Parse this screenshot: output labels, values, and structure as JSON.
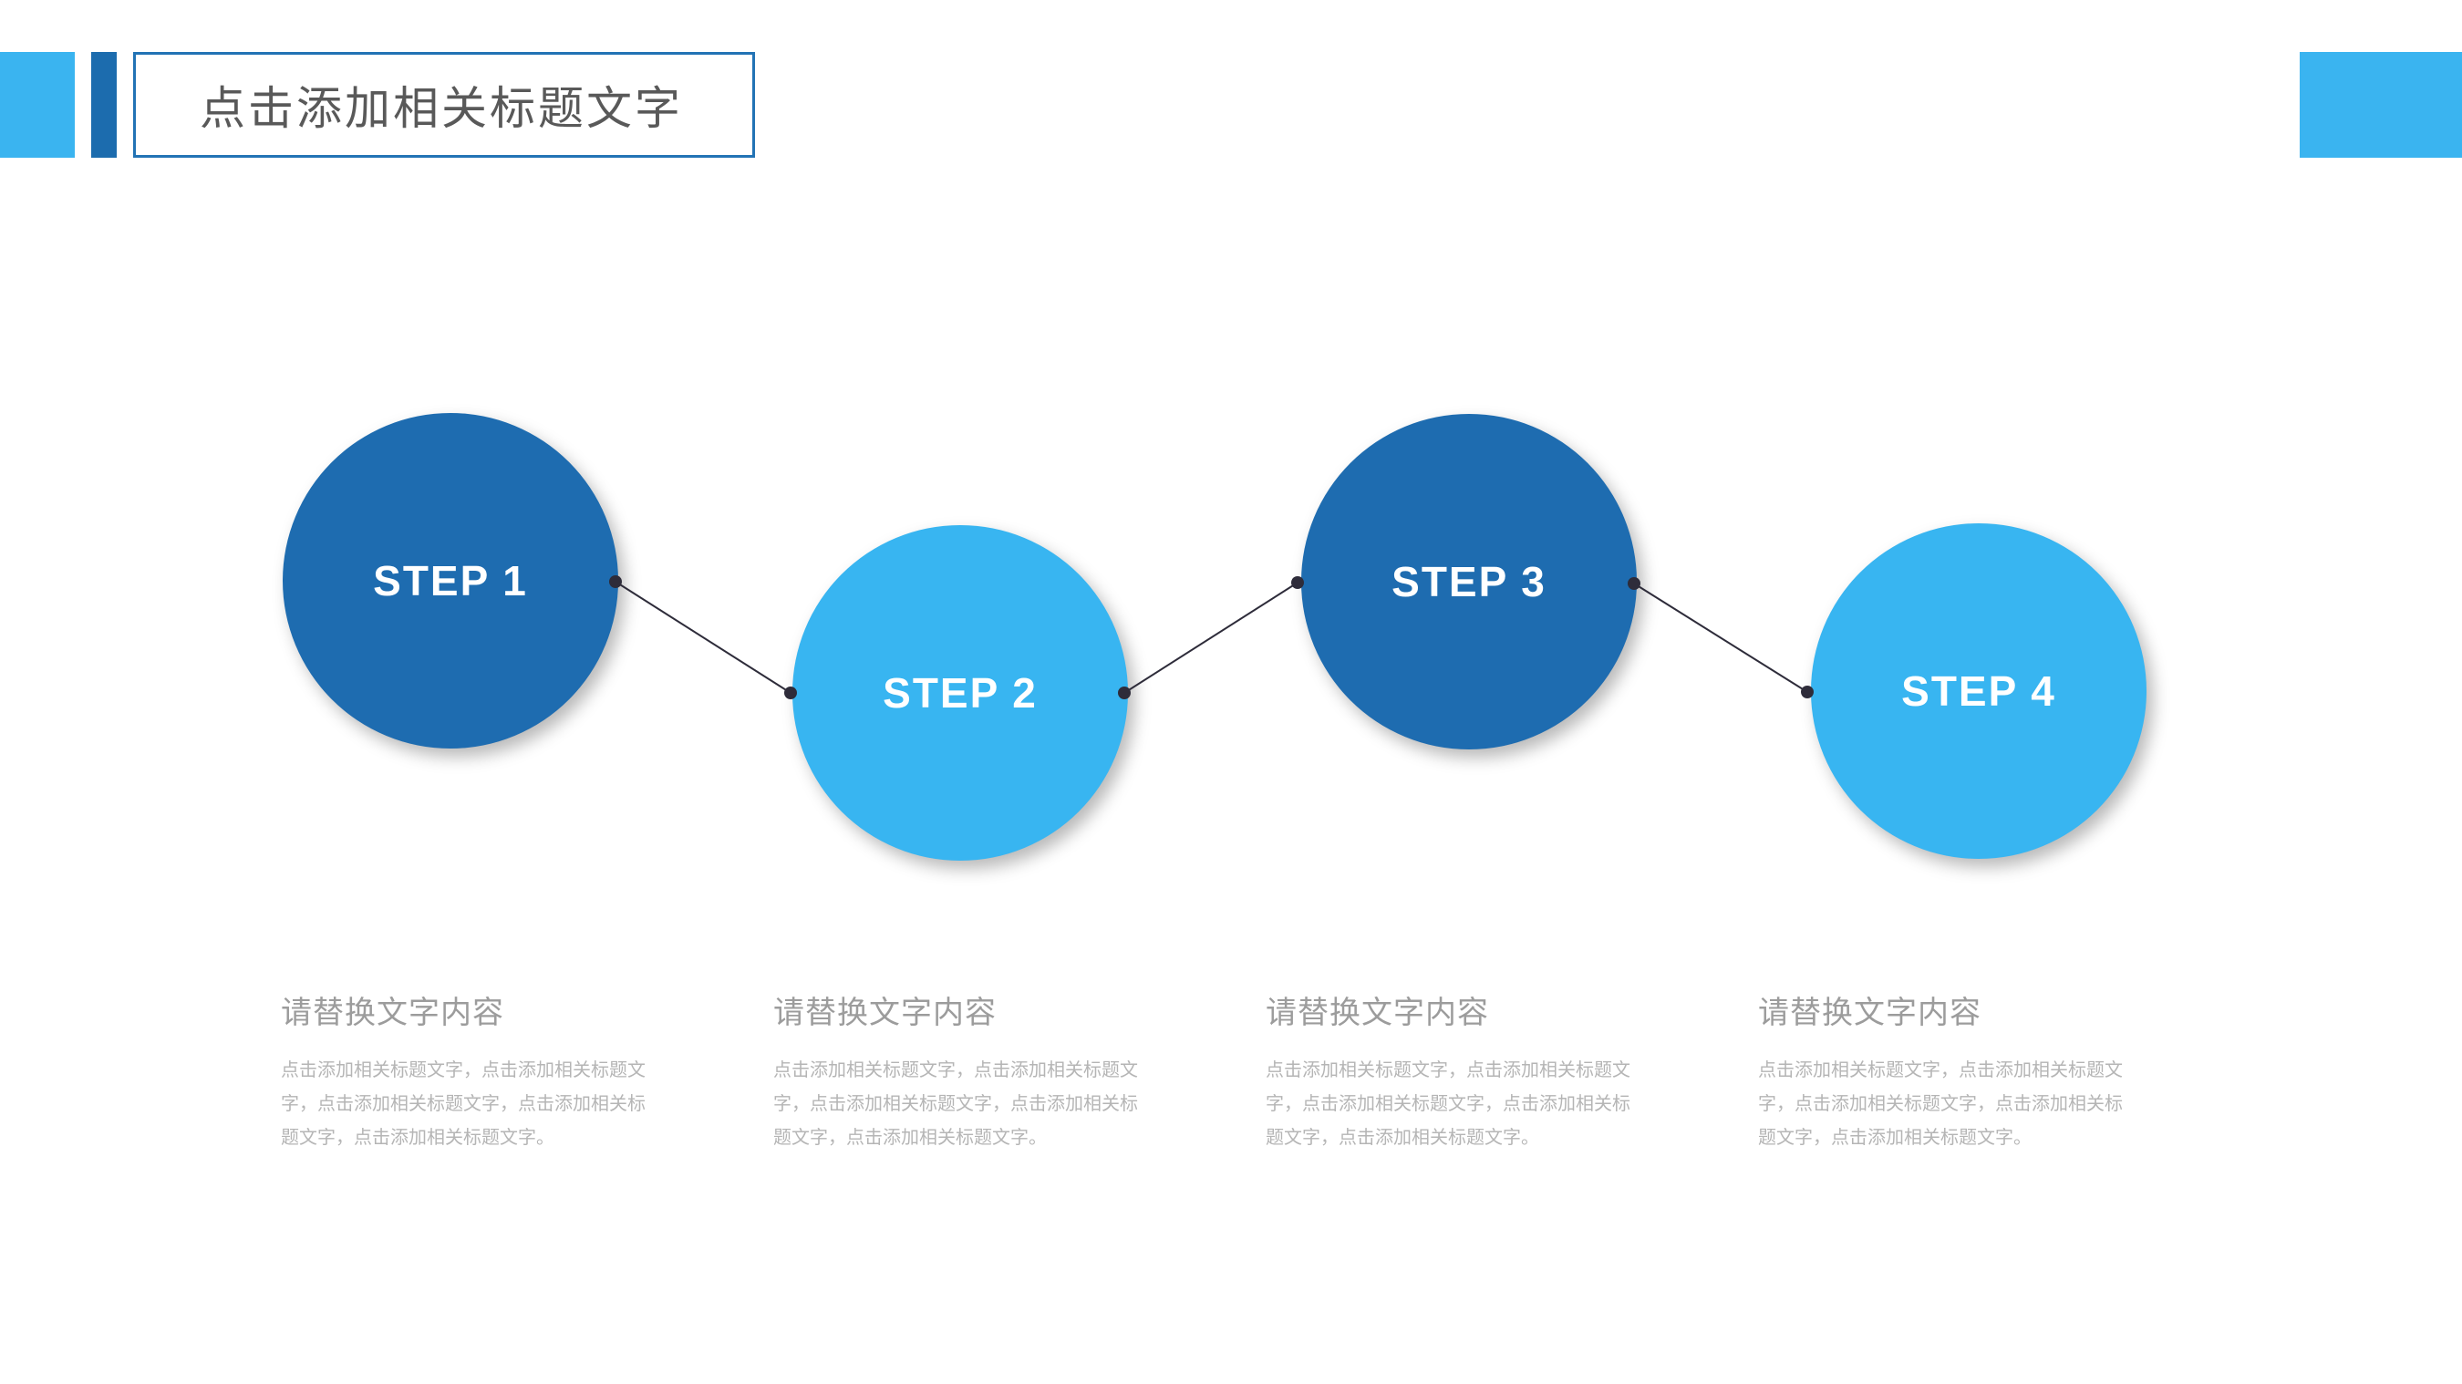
{
  "slide": {
    "title": "点击添加相关标题文字"
  },
  "steps": [
    {
      "label": "STEP 1",
      "color": "#1E6CB0"
    },
    {
      "label": "STEP 2",
      "color": "#38B5F1"
    },
    {
      "label": "STEP 3",
      "color": "#1E6CB0"
    },
    {
      "label": "STEP 4",
      "color": "#38B5F1"
    }
  ],
  "columns": [
    {
      "heading": "请替换文字内容",
      "body": "点击添加相关标题文字，点击添加相关标题文字，点击添加相关标题文字，点击添加相关标题文字，点击添加相关标题文字。"
    },
    {
      "heading": "请替换文字内容",
      "body": "点击添加相关标题文字，点击添加相关标题文字，点击添加相关标题文字，点击添加相关标题文字，点击添加相关标题文字。"
    },
    {
      "heading": "请替换文字内容",
      "body": "点击添加相关标题文字，点击添加相关标题文字，点击添加相关标题文字，点击添加相关标题文字，点击添加相关标题文字。"
    },
    {
      "heading": "请替换文字内容",
      "body": "点击添加相关标题文字，点击添加相关标题文字，点击添加相关标题文字，点击添加相关标题文字，点击添加相关标题文字。"
    }
  ],
  "colors": {
    "dark_blue": "#1E6CB0",
    "light_blue": "#38B5F1",
    "accent_bar_blue": "#1C6CAE",
    "title_border": "#2273B5",
    "title_text": "#595959",
    "heading_gray": "#9C9C9C",
    "body_gray": "#B5B5B5",
    "connector_dark": "#2E2C3A"
  }
}
